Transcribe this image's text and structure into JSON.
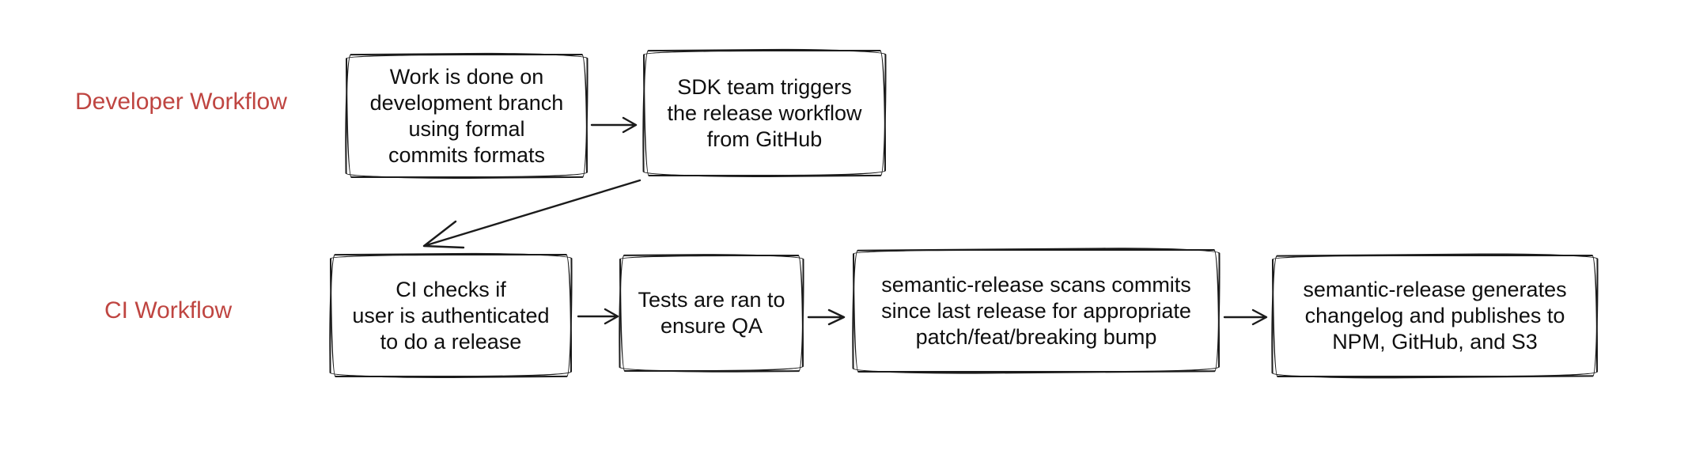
{
  "diagram": {
    "lanes": [
      {
        "id": "developer-workflow",
        "label": "Developer Workflow"
      },
      {
        "id": "ci-workflow",
        "label": "CI Workflow"
      }
    ],
    "nodes": [
      {
        "id": "work-branch",
        "lane": "developer-workflow",
        "label": "Work is done on\ndevelopment branch\nusing formal\ncommits formats"
      },
      {
        "id": "sdk-trigger",
        "lane": "developer-workflow",
        "label": "SDK team triggers\nthe release workflow\nfrom GitHub"
      },
      {
        "id": "ci-auth-check",
        "lane": "ci-workflow",
        "label": "CI checks if\nuser is authenticated\nto do a release"
      },
      {
        "id": "tests-qa",
        "lane": "ci-workflow",
        "label": "Tests are ran to\nensure QA"
      },
      {
        "id": "semantic-scan",
        "lane": "ci-workflow",
        "label": "semantic-release scans commits\nsince last release for appropriate\npatch/feat/breaking bump"
      },
      {
        "id": "semantic-publish",
        "lane": "ci-workflow",
        "label": "semantic-release generates\nchangelog and publishes to\nNPM, GitHub, and S3"
      }
    ],
    "edges": [
      {
        "from": "work-branch",
        "to": "sdk-trigger"
      },
      {
        "from": "sdk-trigger",
        "to": "ci-auth-check"
      },
      {
        "from": "ci-auth-check",
        "to": "tests-qa"
      },
      {
        "from": "tests-qa",
        "to": "semantic-scan"
      },
      {
        "from": "semantic-scan",
        "to": "semantic-publish"
      }
    ],
    "colors": {
      "lane_label": "#bf4541",
      "node_border": "#1b1b1b",
      "node_text": "#0f0f0f",
      "arrow": "#1b1b1b",
      "background": "#ffffff"
    }
  }
}
